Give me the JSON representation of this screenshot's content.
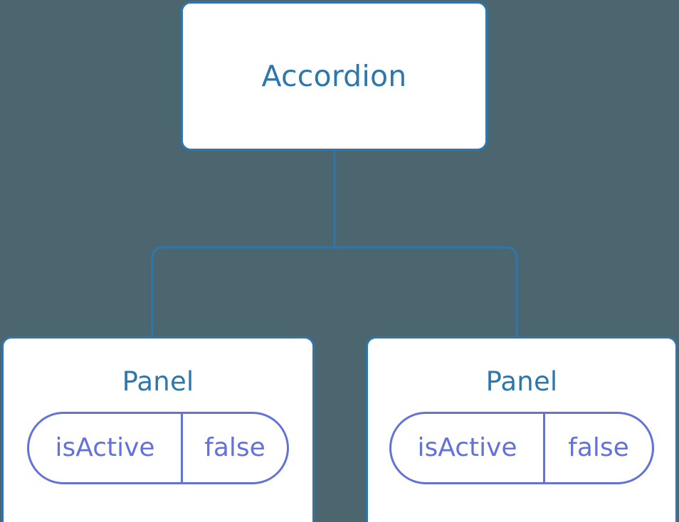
{
  "diagram": {
    "type": "component-tree",
    "background_color": "#4c6670",
    "node_border_color": "#2e77ad",
    "node_fill_color": "#ffffff",
    "prop_color": "#6272d9",
    "edge_color": "#2e77ad",
    "root": {
      "label": "Accordion"
    },
    "children": [
      {
        "label": "Panel",
        "props": [
          {
            "key": "isActive",
            "value": "false"
          }
        ]
      },
      {
        "label": "Panel",
        "props": [
          {
            "key": "isActive",
            "value": "false"
          }
        ]
      }
    ]
  }
}
